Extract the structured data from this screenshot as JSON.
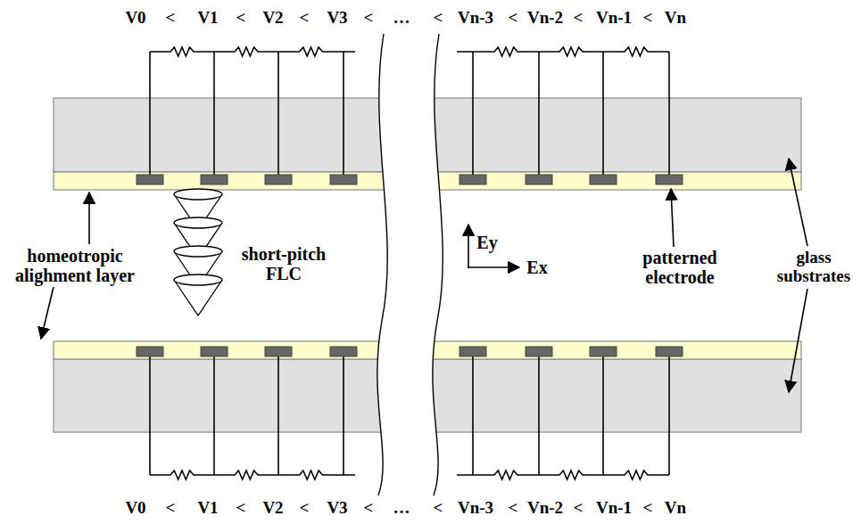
{
  "diagram": {
    "labels": [
      "V0",
      "<",
      "V1",
      "<",
      "V2",
      "<",
      "V3",
      "<",
      "…",
      "<",
      "Vn-3",
      "<",
      "Vn-2",
      "<",
      "Vn-1",
      "<",
      "Vn",
      "V0",
      "<",
      "V1",
      "<",
      "V2",
      "<",
      "V3",
      "<",
      "…",
      "<",
      "Vn-3",
      "<",
      "Vn-2",
      "<",
      "Vn-1",
      "<",
      "Vn",
      "homeotropic alighment layer",
      "short-pitch FLC",
      "Ey",
      "Ex",
      "patterned electrode",
      "glass substrates"
    ]
  }
}
